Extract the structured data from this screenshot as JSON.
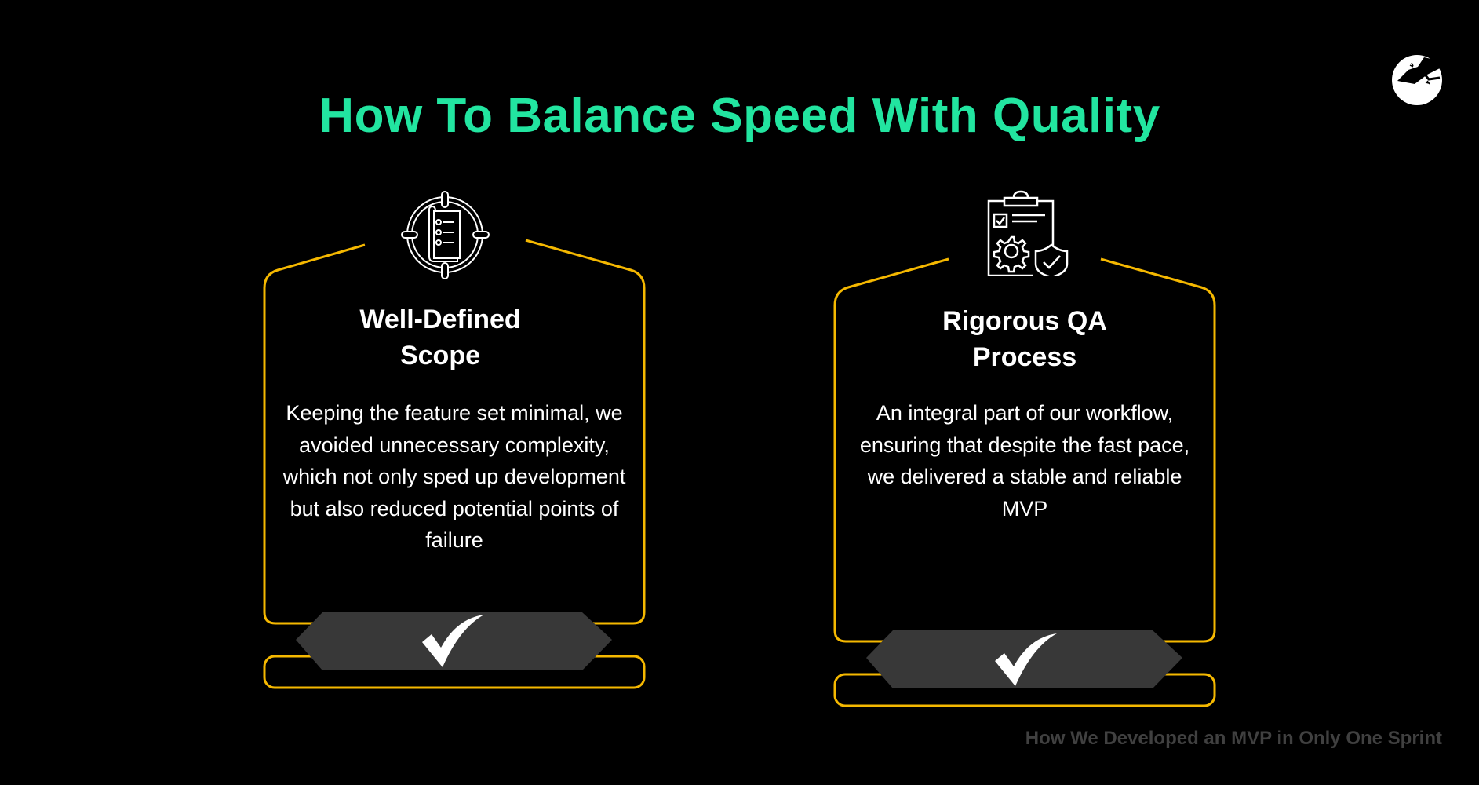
{
  "header": {
    "title": "How To Balance Speed With Quality",
    "title_color": "#22E5A0"
  },
  "logo": {
    "icon": "gecko-logo-icon"
  },
  "cards": [
    {
      "icon": "target-checklist-icon",
      "heading_line1": "Well-Defined",
      "heading_line2": "Scope",
      "body": "Keeping the feature set minimal, we avoided unnecessary complexity, which not only sped up development but also reduced potential points of failure",
      "badge_icon": "checkmark-icon"
    },
    {
      "icon": "clipboard-gear-shield-icon",
      "heading_line1": "Rigorous QA",
      "heading_line2": "Process",
      "body": "An integral part of our workflow, ensuring that despite the fast pace, we delivered a stable and reliable MVP",
      "badge_icon": "checkmark-icon"
    }
  ],
  "footer": {
    "text": "How We Developed an MVP in Only One Sprint",
    "color": "#404040"
  },
  "colors": {
    "outline": "#F5B800",
    "badge": "#383838",
    "background": "#000000"
  }
}
